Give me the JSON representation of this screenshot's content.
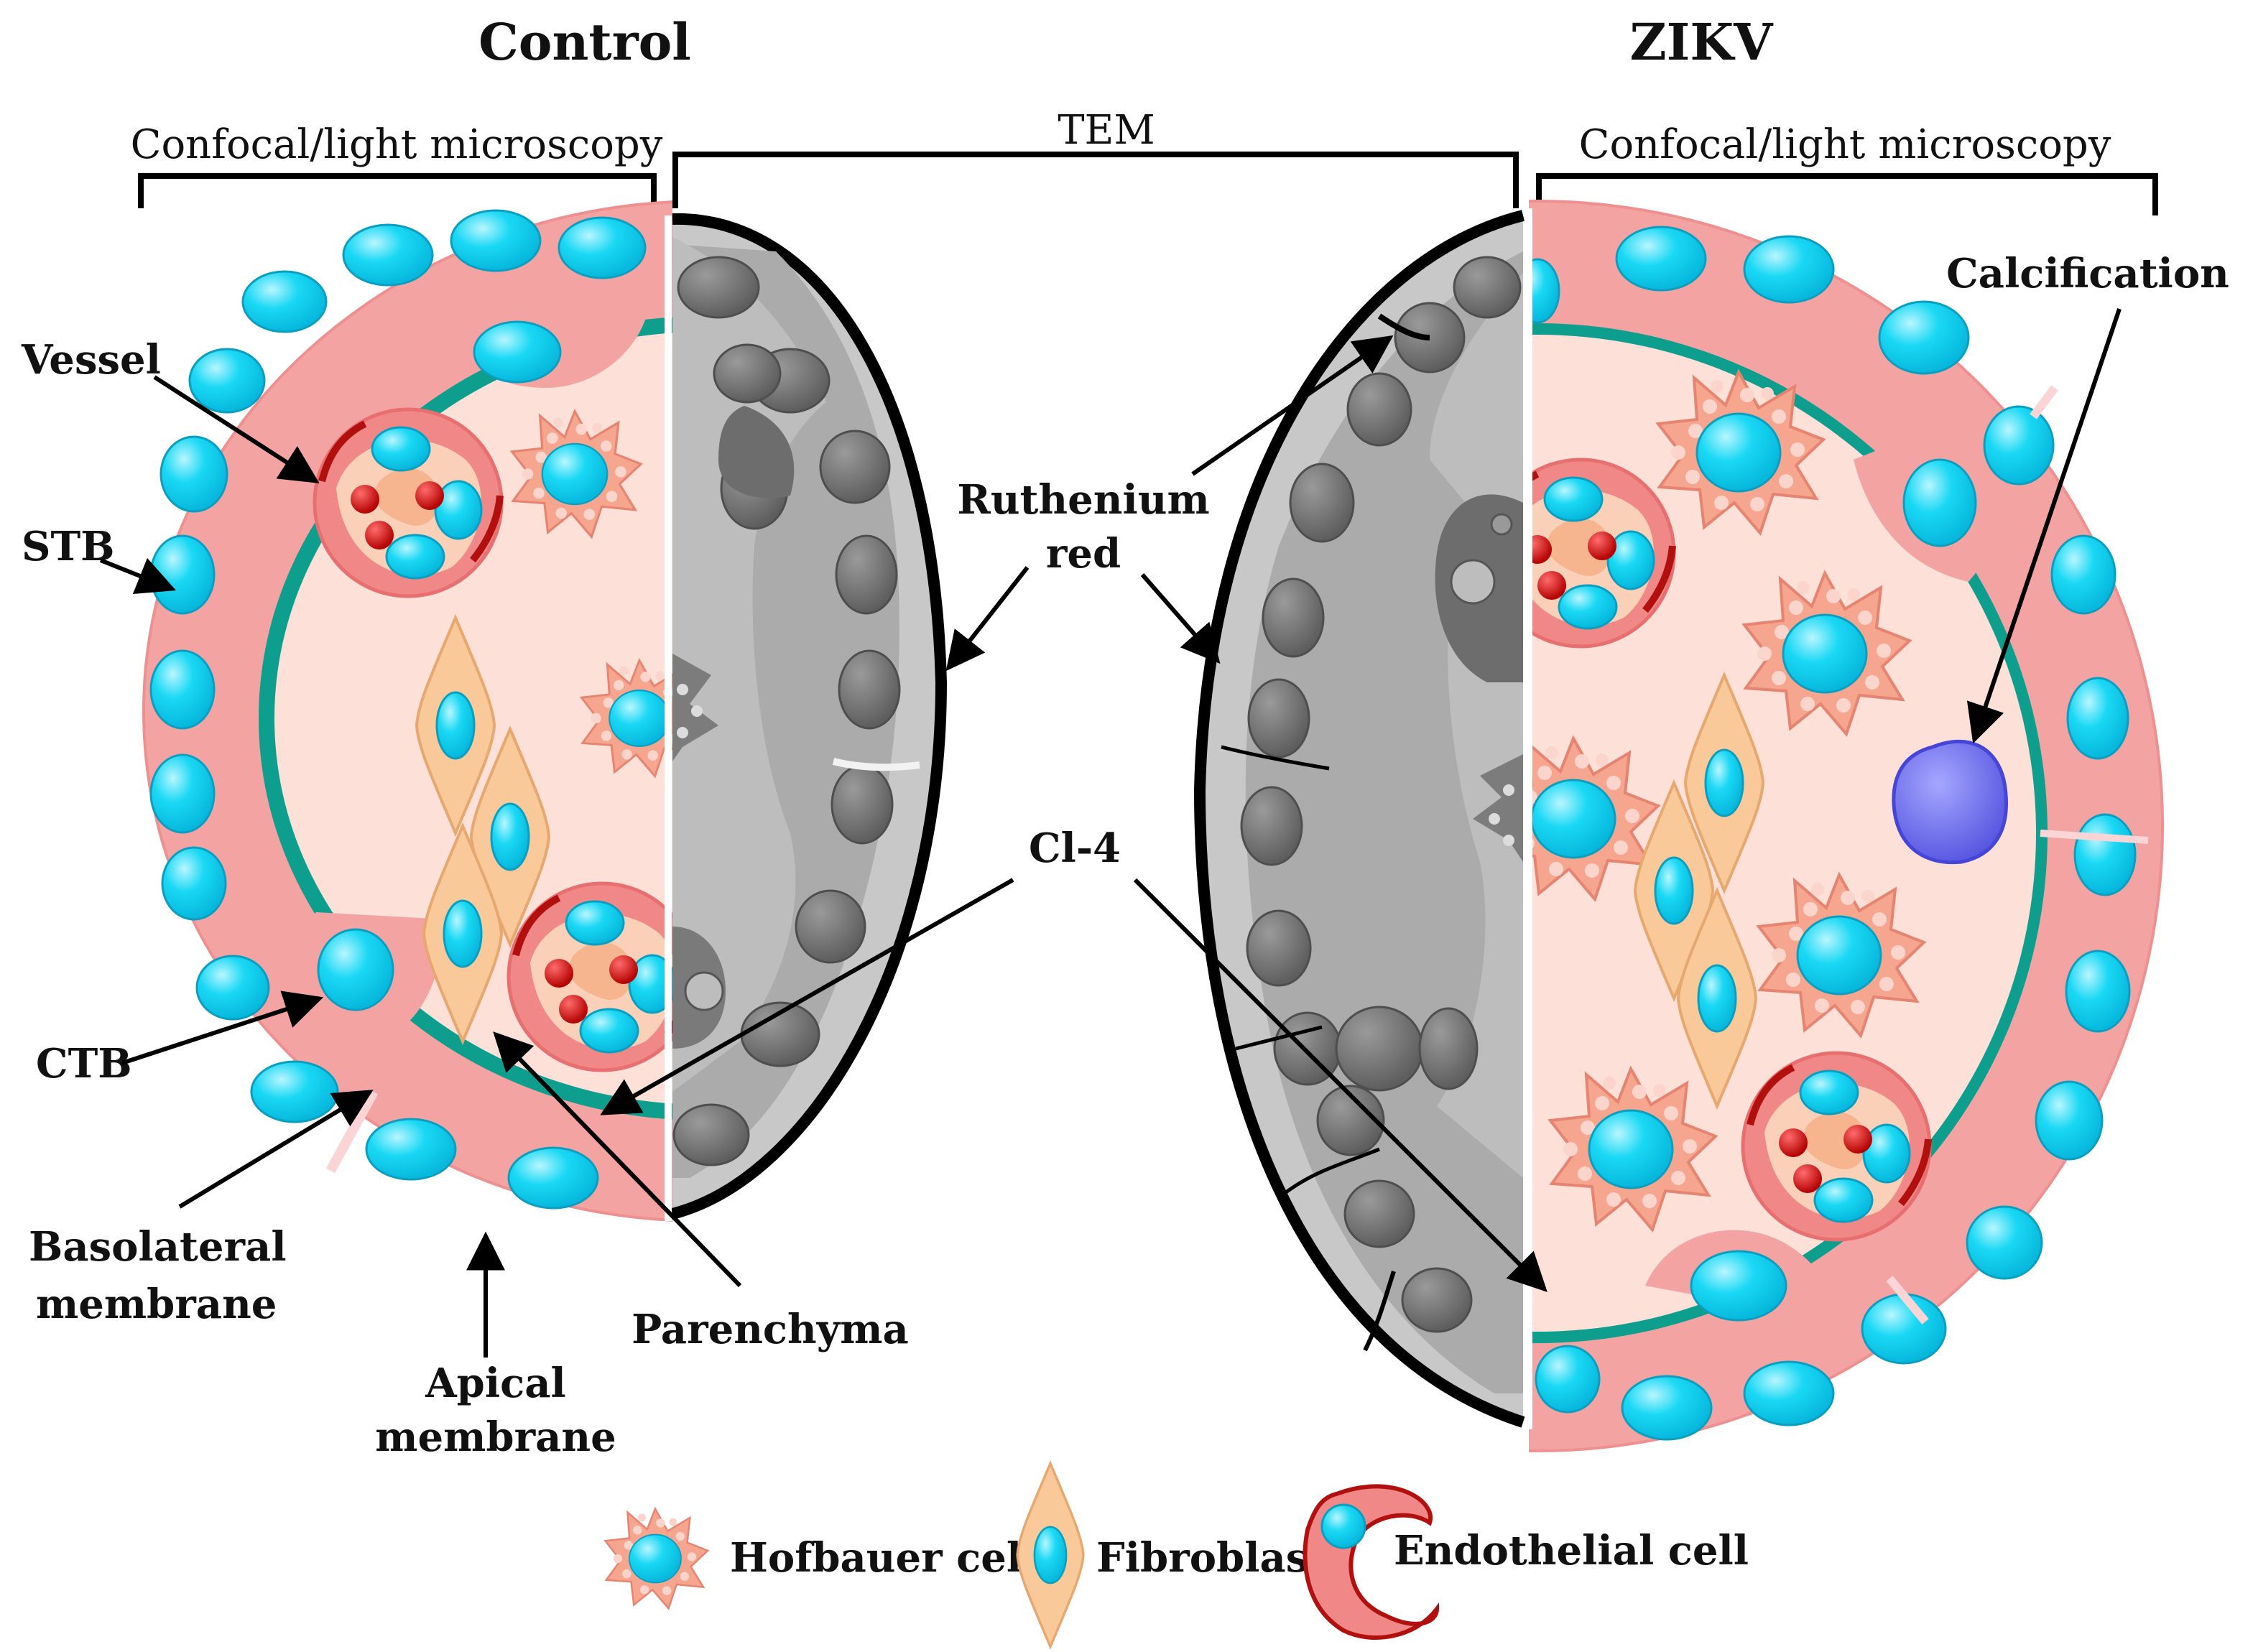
{
  "headers": {
    "left": "Control",
    "right": "ZIKV"
  },
  "brackets": {
    "left_confocal": "Confocal/light microscopy",
    "tem": "TEM",
    "right_confocal": "Confocal/light microscopy"
  },
  "labels": {
    "vessel": "Vessel",
    "stb": "STB",
    "ctb": "CTB",
    "basolateral_1": "Basolateral",
    "basolateral_2": "membrane",
    "apical_1": "Apical",
    "apical_2": "membrane",
    "parenchyma": "Parenchyma",
    "ruthenium_1": "Ruthenium",
    "ruthenium_2": "red",
    "cl4": "Cl-4",
    "calcification": "Calcification"
  },
  "legend": [
    {
      "label": "Hofbauer cell",
      "icon": "hofbauer-cell-icon"
    },
    {
      "label": "Fibroblast",
      "icon": "fibroblast-icon"
    },
    {
      "label": "Endothelial cell",
      "icon": "endothelial-cell-icon"
    }
  ],
  "colors": {
    "syncytium_pink": "#f4a3a3",
    "stroma": "#fde0d8",
    "basal_teal": "#0e9e8e",
    "nucleus_cyan": "#1ad8f4",
    "tem_light": "#c8c8c8",
    "tem_mid": "#a8a8a8",
    "tem_dark_nucleus": "#707070",
    "calcification": "#7b7bf2",
    "fibroblast": "#f9c99a",
    "rbc": "#d10000"
  }
}
